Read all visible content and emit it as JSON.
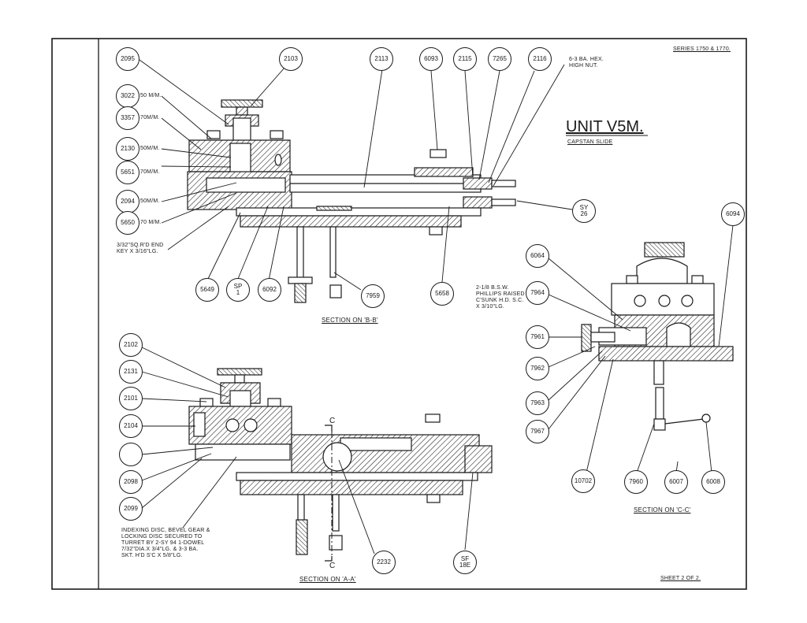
{
  "sheet": {
    "series": "SERIES 1750 & 1770.",
    "title": "UNIT V5M.",
    "subtitle": "CAPSTAN SLIDE",
    "sheet_no": "SHEET 2 OF 2.",
    "nut_note": "6-3 BA. HEX.\nHIGH NUT."
  },
  "section_bb": {
    "caption": "SECTION ON 'B-B'",
    "key_note": "3/32\"SQ.R'D END\nKEY X 3/16\"LG.",
    "balloons": [
      "2095",
      "2103",
      "2113",
      "6093",
      "2115",
      "7265",
      "2116",
      "3022",
      "3357",
      "2130",
      "5651",
      "2094",
      "5650",
      "5649",
      "SP\n1",
      "6092",
      "7959",
      "5658",
      "SY\n26"
    ],
    "sizes": {
      "b3022": "50 M/M.",
      "b3357": "70M/M.",
      "b2130": "50M/M.",
      "b5651": "70M/M.",
      "b2094": "50M/M.",
      "b5650": "70 M/M."
    }
  },
  "section_cc": {
    "caption": "SECTION ON 'C-C'",
    "screw_note": "2-1/8 B.S.W.\nPHILLIPS RAISED\nC'SUNK H.D. S.C.\nX 3/10\"LG.",
    "balloons": [
      "6094",
      "6064",
      "7964",
      "7961",
      "7962",
      "7963",
      "7967",
      "10702",
      "7960",
      "6007",
      "6008"
    ]
  },
  "section_aa": {
    "caption": "SECTION ON 'A-A'",
    "section_mark": "C",
    "disc_note": "INDEXING DISC, BEVEL GEAR &\nLOCKING DISC SECURED TO\nTURRET BY 2-SY 94 1-DOWEL\n7/32\"DIA.X 3/4\"LG. & 3-3 BA.\nSKT. H'D S'C X 5/8\"LG.",
    "balloons": [
      "2102",
      "2131",
      "2101",
      "2104",
      "",
      "2098",
      "2099",
      "2232",
      "SF\n18E"
    ]
  }
}
